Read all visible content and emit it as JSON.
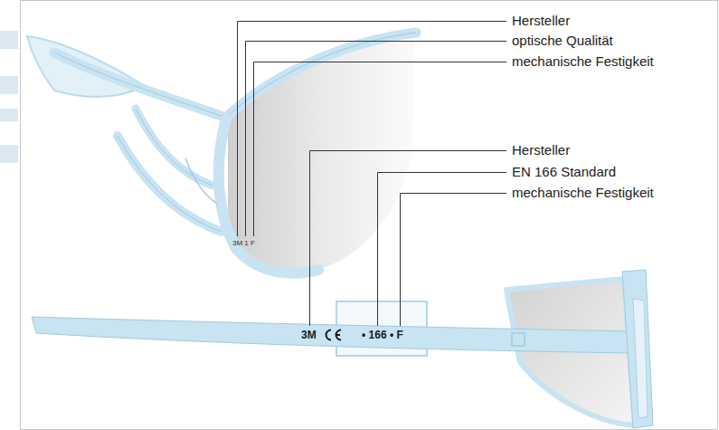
{
  "diagram": {
    "labels": [
      "Hersteller",
      "optische Qualität",
      "mechanische Festigkeit",
      "3M 1 F",
      "Hersteller",
      "EN 166 Standard",
      "mechanische Festigkeit",
      "3M",
      "• 166 • F"
    ]
  }
}
